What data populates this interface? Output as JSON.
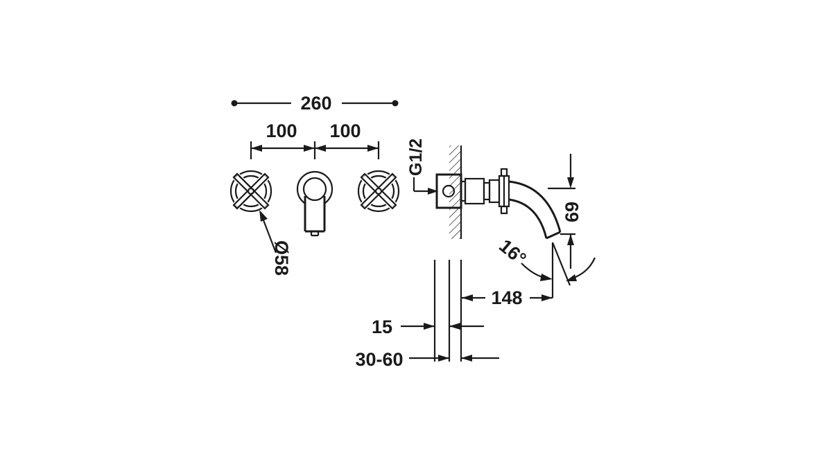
{
  "drawing": {
    "dimensions": {
      "total_width": "260",
      "spacing_left": "100",
      "spacing_right": "100",
      "handle_diameter": "Ø58",
      "thread": "G1/2",
      "spout_height": "69",
      "spout_angle": "16°",
      "spout_projection": "148",
      "wall_offset": "15",
      "wall_range": "30-60"
    }
  }
}
